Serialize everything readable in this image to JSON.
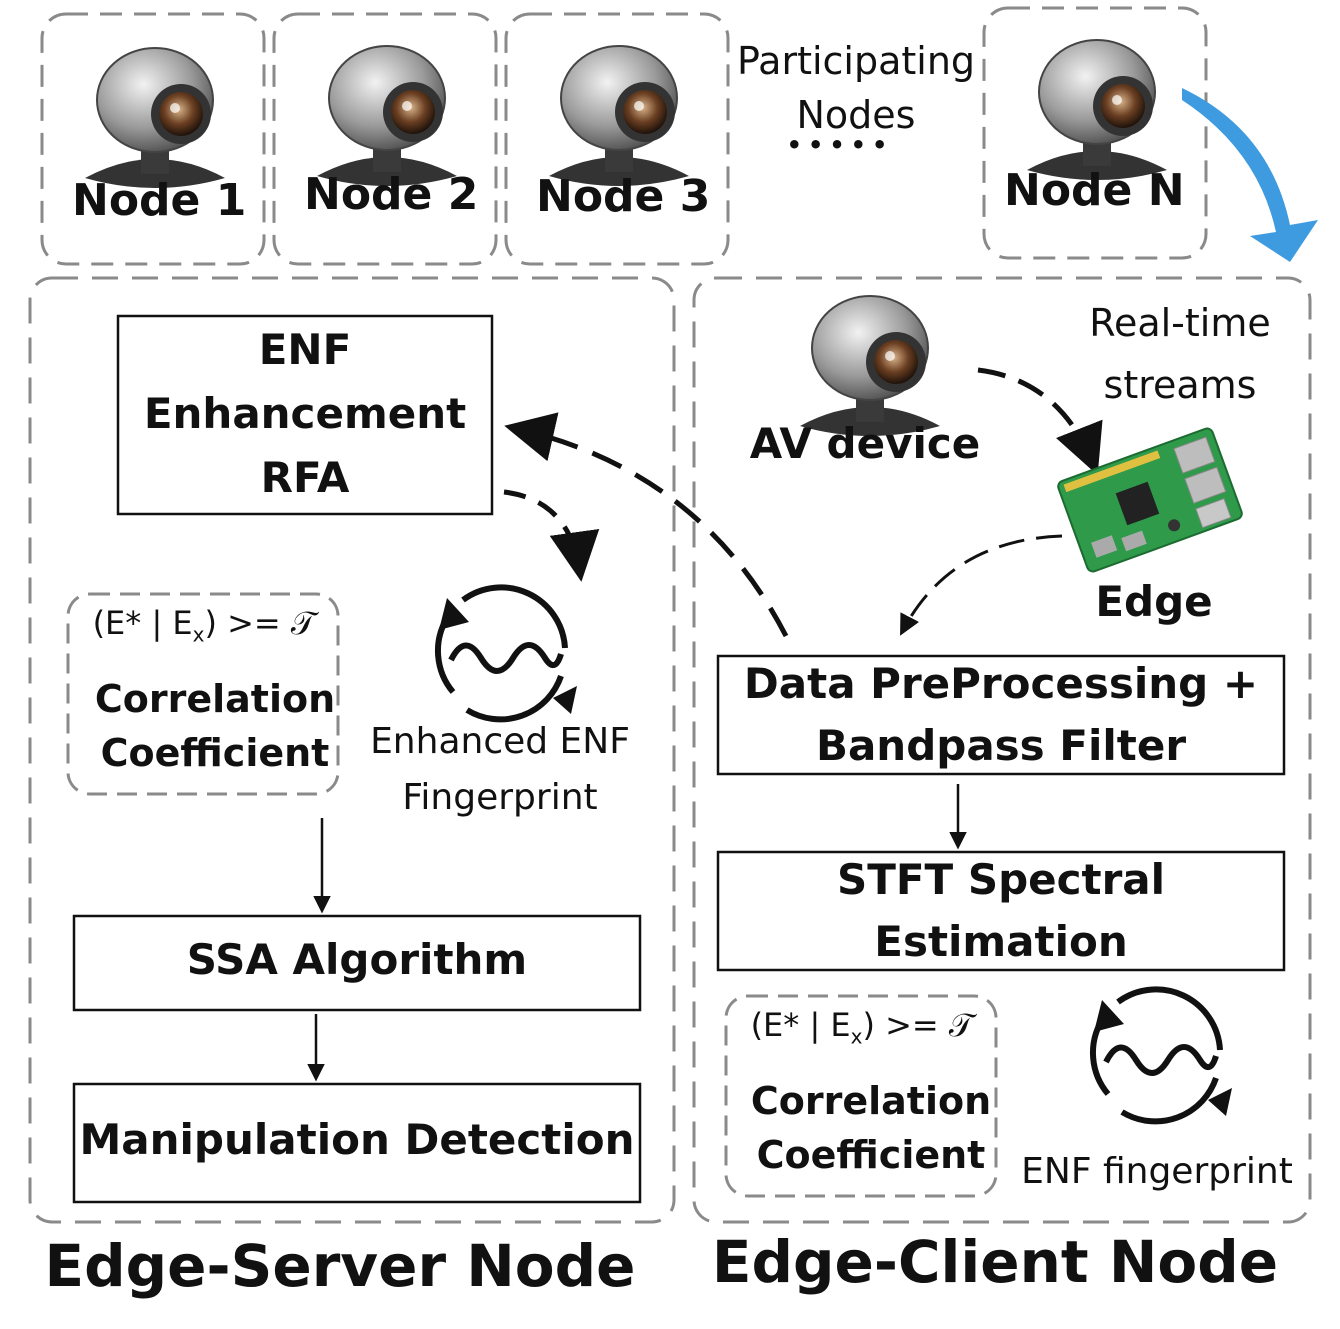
{
  "nodes": {
    "node1": "Node 1",
    "node2": "Node 2",
    "node3": "Node 3",
    "nodeN": "Node N",
    "participating_line1": "Participating",
    "participating_line2": "Nodes",
    "ellipsis": "•••••"
  },
  "server": {
    "enf_box": {
      "line1": "ENF",
      "line2": "Enhancement",
      "line3": "RFA"
    },
    "formula": {
      "prefix": "(E* | E",
      "sub": "x",
      "suffix": ") >= 𝒯"
    },
    "corr_line1": "Correlation",
    "corr_line2": "Coefficient",
    "fingerprint_line1": "Enhanced ENF",
    "fingerprint_line2": "Fingerprint",
    "ssa": "SSA Algorithm",
    "manip": "Manipulation Detection",
    "title": "Edge-Server Node"
  },
  "client": {
    "realtime_line1": "Real-time",
    "realtime_line2": "streams",
    "av_device": "AV device",
    "edge": "Edge",
    "preproc_line1": "Data PreProcessing +",
    "preproc_line2": "Bandpass Filter",
    "stft_line1": "STFT Spectral",
    "stft_line2": "Estimation",
    "formula": {
      "prefix": "(E* | E",
      "sub": "x",
      "suffix": ") >= 𝒯"
    },
    "corr_line1": "Correlation",
    "corr_line2": "Coefficient",
    "fingerprint": "ENF fingerprint",
    "title": "Edge-Client Node"
  },
  "colors": {
    "dash": "#8a8a8a",
    "arrow": "#111111",
    "blue_arrow": "#3f9be0",
    "board": "#2e9a4a"
  }
}
